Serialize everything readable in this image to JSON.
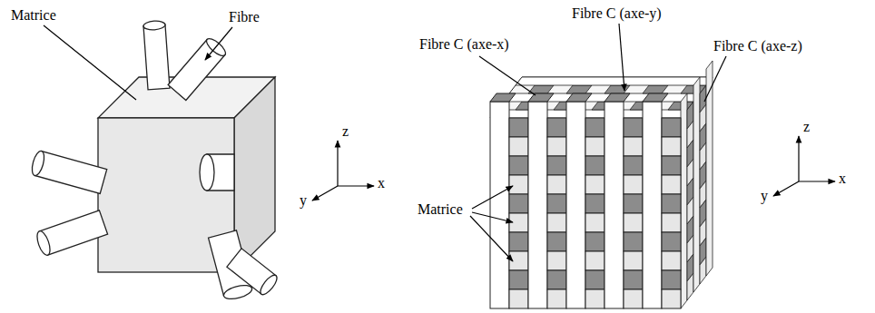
{
  "diagram": {
    "labels": [
      "Matrice",
      "Fibre",
      "z",
      "y",
      "x",
      "Fibre C (axe-x)",
      "Fibre C (axe-y)",
      "Fibre C (axe-z)",
      "Matrice",
      "z",
      "y",
      "x"
    ]
  }
}
